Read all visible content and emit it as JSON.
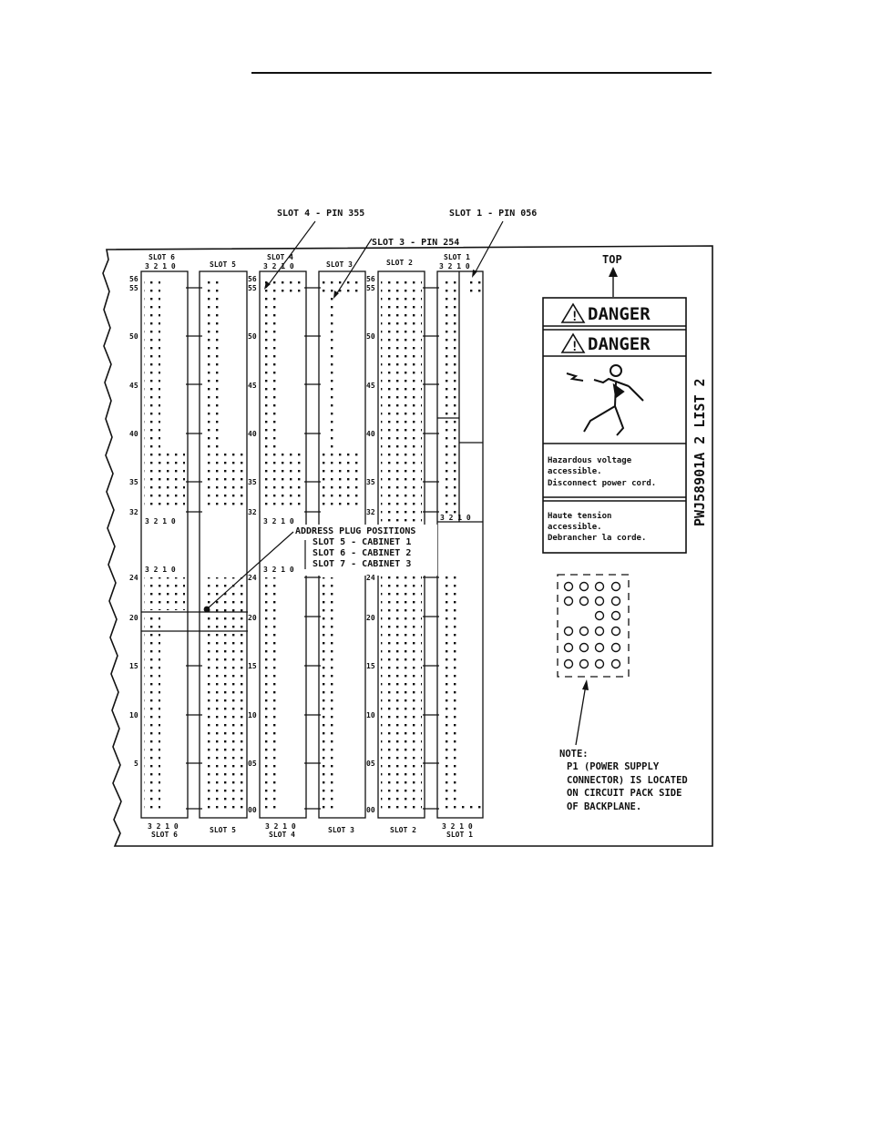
{
  "callouts": {
    "slot4_pin": "SLOT 4 - PIN 355",
    "slot1_pin": "SLOT 1 - PIN 056",
    "slot3_pin": "SLOT 3 - PIN 254",
    "top": "TOP"
  },
  "address_plug": {
    "title": "ADDRESS PLUG POSITIONS",
    "lines": [
      "SLOT 5 - CABINET 1",
      "SLOT 6 - CABINET 2",
      "SLOT 7 - CABINET 3"
    ]
  },
  "slots_top": [
    "SLOT 6",
    "SLOT 5",
    "SLOT 4",
    "SLOT 3",
    "SLOT 2",
    "SLOT 1"
  ],
  "slots_bottom": [
    "SLOT 6",
    "SLOT 5",
    "SLOT 4",
    "SLOT 3",
    "SLOT 2",
    "SLOT 1"
  ],
  "bit_labels": "3 2 1 0",
  "row_numbers_left": [
    "56",
    "55",
    "50",
    "45",
    "40",
    "35",
    "32",
    "24",
    "20",
    "15",
    "10",
    "5"
  ],
  "row_numbers_inner": [
    "56",
    "55",
    "50",
    "45",
    "40",
    "35",
    "32",
    "24",
    "20",
    "15",
    "10",
    "05",
    "00"
  ],
  "danger": {
    "header": "DANGER",
    "english": [
      "Hazardous voltage",
      "accessible.",
      "Disconnect power cord."
    ],
    "french": [
      "Haute tension",
      "accessible.",
      "Debrancher la corde."
    ]
  },
  "side_label": "PWJ58901A 2 LIST 2",
  "note": {
    "title": "NOTE:",
    "lines": [
      "P1 (POWER SUPPLY",
      "CONNECTOR) IS LOCATED",
      "ON CIRCUIT PACK SIDE",
      "OF BACKPLANE."
    ]
  }
}
